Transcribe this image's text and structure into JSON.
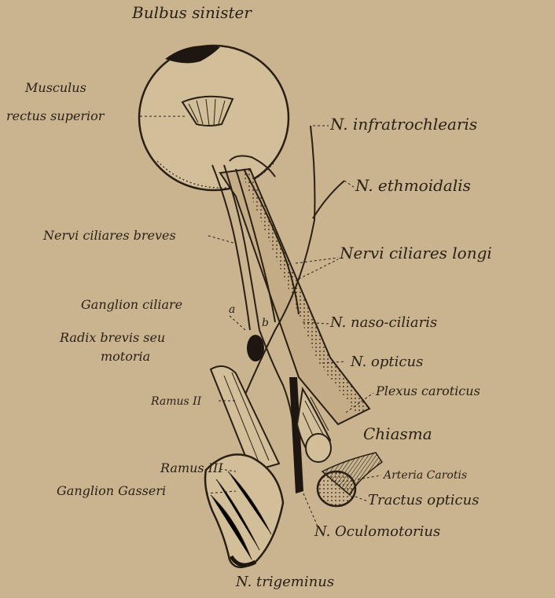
{
  "labels": {
    "bulbus": "Bulbus sinister",
    "musculus_1": "Musculus",
    "musculus_2": "rectus superior",
    "infratrochlearis": "N. infratrochlearis",
    "ethmoidalis": "N. ethmoidalis",
    "ciliares_breves": "Nervi ciliares breves",
    "ciliares_longi": "Nervi ciliares longi",
    "ganglion_ciliare": "Ganglion ciliare",
    "mark_a": "a",
    "mark_b": "b",
    "naso_ciliaris": "N. naso-ciliaris",
    "radix_1": "Radix brevis seu",
    "radix_2": "motoria",
    "opticus": "N. opticus",
    "ramus_ii": "Ramus II",
    "plexus": "Plexus caroticus",
    "chiasma": "Chiasma",
    "ramus_iii": "Ramus III",
    "arteria": "Arteria Carotis",
    "gasseri": "Ganglion Gasseri",
    "tractus": "Tractus opticus",
    "oculomotorius": "N. Oculomotorius",
    "trigeminus": "N. trigeminus"
  },
  "colors": {
    "paper": "#c9b48f",
    "ink": "#2a1f14"
  }
}
